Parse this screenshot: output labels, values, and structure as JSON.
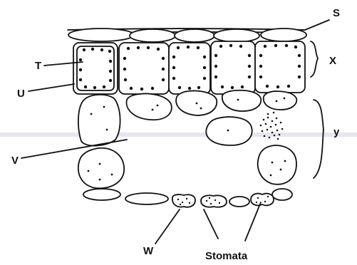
{
  "labels": {
    "s": "S",
    "t": "T",
    "u": "U",
    "v": "V",
    "w": "W",
    "x": "X",
    "y": "y",
    "stomata": "Stomata"
  }
}
